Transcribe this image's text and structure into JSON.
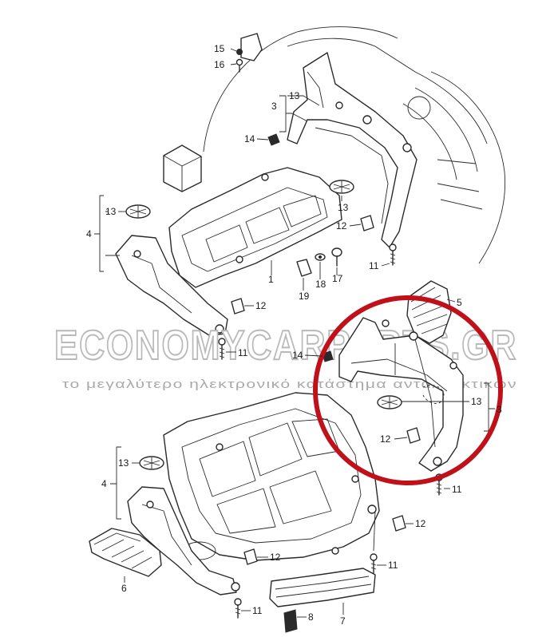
{
  "callouts": {
    "c1": "1",
    "c3_top": "3",
    "c3_bottom": "3",
    "c4_top": "4",
    "c4_bottom": "4",
    "c5": "5",
    "c6": "6",
    "c7": "7",
    "c8": "8",
    "c11_a": "11",
    "c11_b": "11",
    "c11_c": "11",
    "c11_d": "11",
    "c11_e": "11",
    "c12_a": "12",
    "c12_b": "12",
    "c12_c": "12",
    "c12_d": "12",
    "c12_e": "12",
    "c13_a": "13",
    "c13_b": "13",
    "c13_c": "13",
    "c13_d": "13",
    "c13_e": "13",
    "c14_a": "14",
    "c14_b": "14",
    "c15": "15",
    "c16": "16",
    "c17": "17",
    "c18": "18",
    "c19": "19"
  },
  "watermark": {
    "brand": "ECONOMYCARPARTS.GR",
    "tagline": "το μεγαλύτερο ηλεκτρονικό κατάστημα ανταλλακτικών"
  },
  "highlight": {
    "color": "#c0101a"
  }
}
